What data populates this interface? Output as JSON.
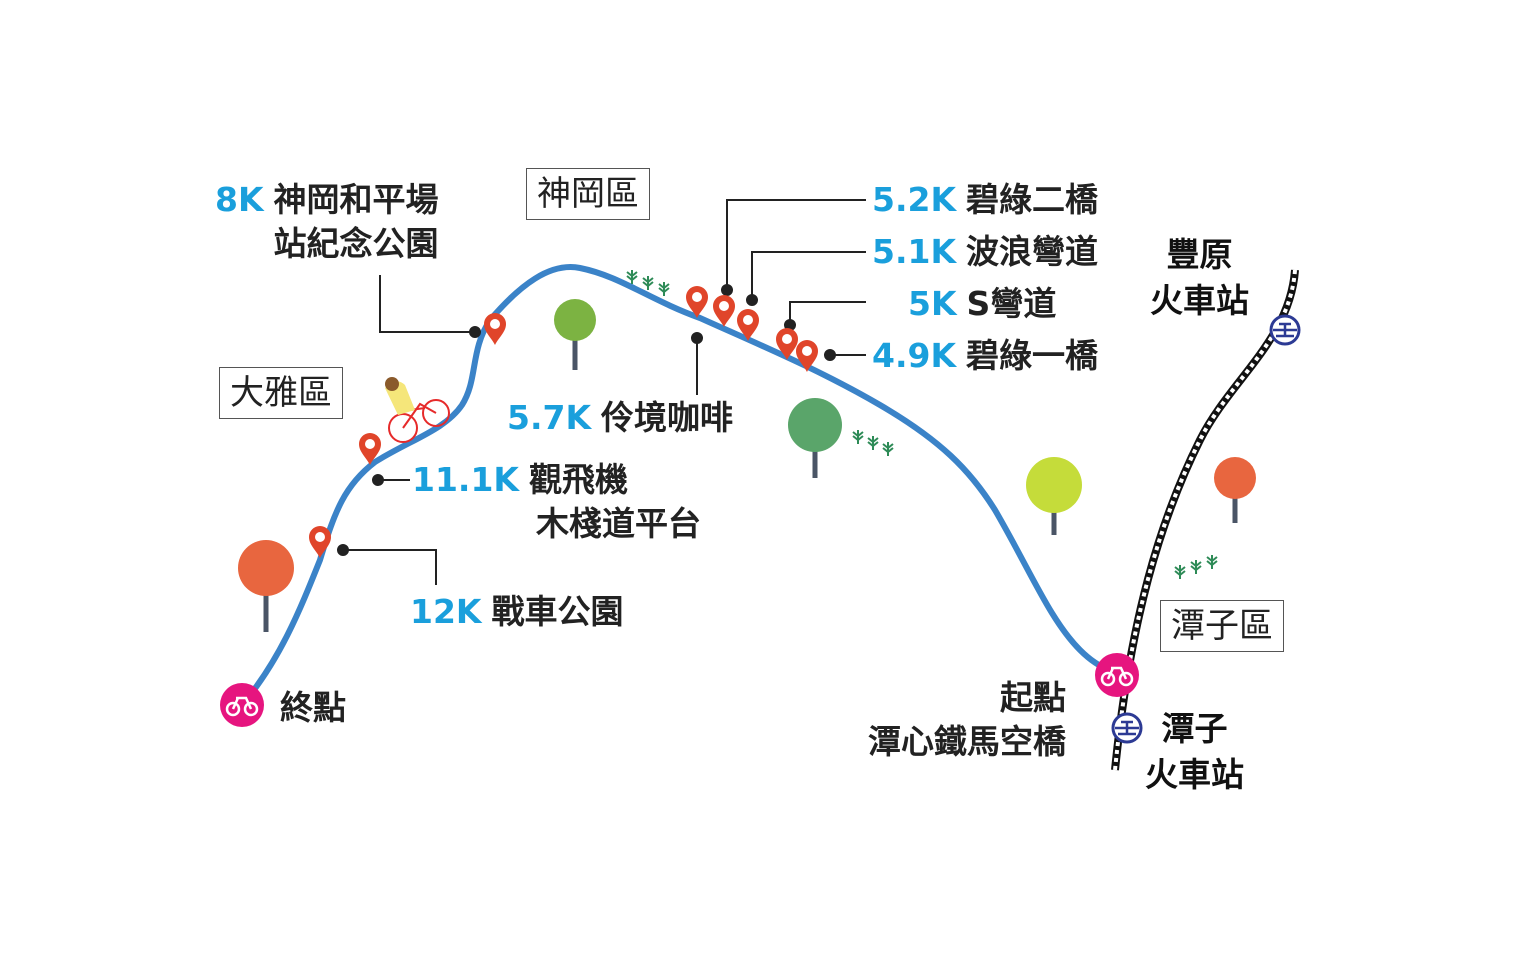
{
  "colors": {
    "route": "#3b83c8",
    "km": "#1a9fdc",
    "bike": "#e6157f",
    "pin": "#e0452a",
    "rail_station": "#2c3a94"
  },
  "districts": [
    "大雅區",
    "神岡區",
    "潭子區"
  ],
  "stops": [
    {
      "km": "8K",
      "name": [
        "神岡和平場",
        "站紀念公園"
      ]
    },
    {
      "km": "5.2K",
      "name": [
        "碧綠二橋"
      ]
    },
    {
      "km": "5.1K",
      "name": [
        "波浪彎道"
      ]
    },
    {
      "km": "5K",
      "name": [
        "S彎道"
      ]
    },
    {
      "km": "4.9K",
      "name": [
        "碧綠一橋"
      ]
    },
    {
      "km": "5.7K",
      "name": [
        "伶境咖啡"
      ]
    },
    {
      "km": "11.1K",
      "name": [
        "觀飛機",
        "木棧道平台"
      ]
    },
    {
      "km": "12K",
      "name": [
        "戰車公園"
      ]
    }
  ],
  "endpoints": {
    "start": [
      "起點",
      "潭心鐵馬空橋"
    ],
    "end": "終點"
  },
  "stations": [
    [
      "豐原",
      "火車站"
    ],
    [
      "潭子",
      "火車站"
    ]
  ],
  "icons": [
    "bicycle-icon",
    "map-pin-icon",
    "train-station-icon",
    "tree-icon",
    "cyclist-icon"
  ]
}
